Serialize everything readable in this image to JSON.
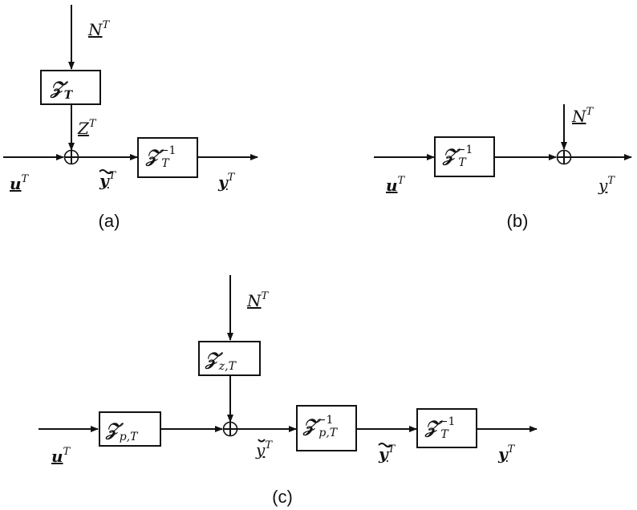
{
  "captions": {
    "a": "(a)",
    "b": "(b)",
    "c": "(c)"
  },
  "symbols": {
    "Z": "𝒵",
    "N": "N",
    "Zsig": "Z",
    "u": "u",
    "y": "y",
    "sup_T": "T",
    "sup_inv": "−1",
    "sub_T": "T",
    "sub_zT": "z,T",
    "sub_pT": "p,T"
  }
}
